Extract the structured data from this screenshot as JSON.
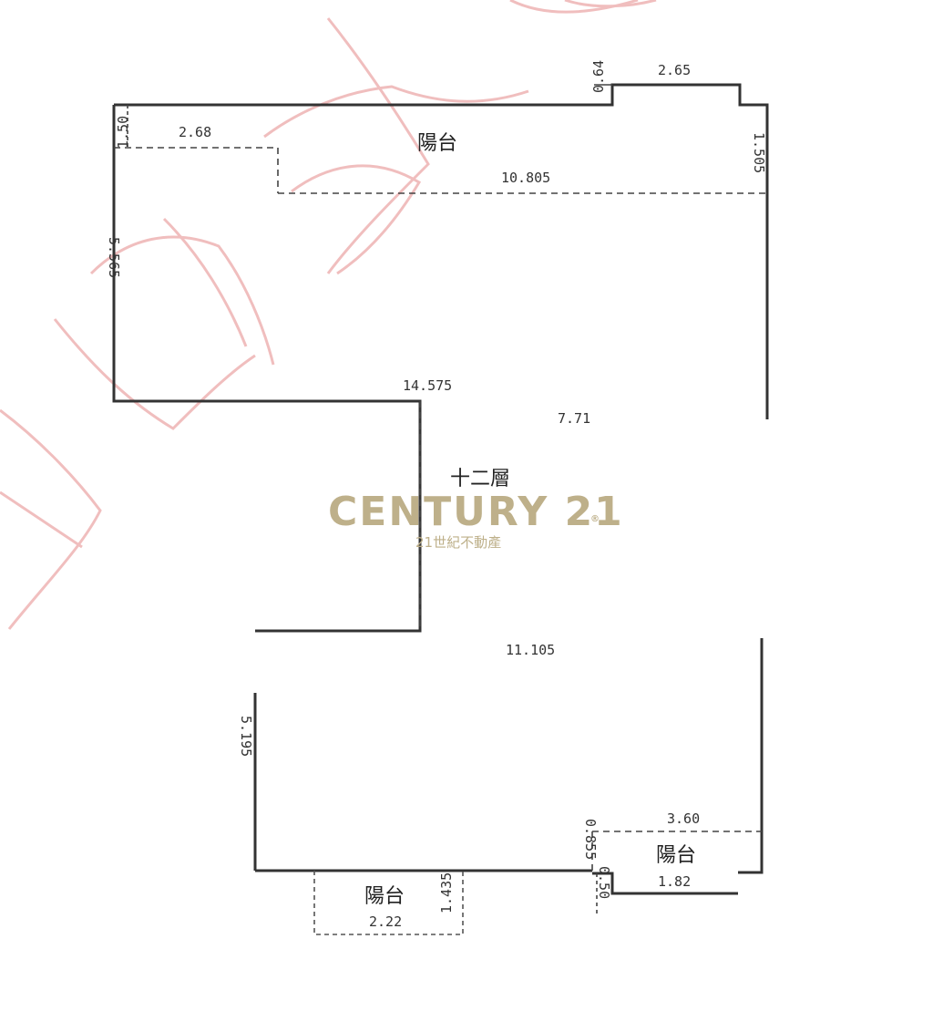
{
  "floor_label": "十二層",
  "balcony_label": "陽台",
  "dimensions": {
    "top_notch_width": "2.65",
    "top_notch_small": "0.64",
    "right_top_height": "1.505",
    "left_top_height": "1.50",
    "balcony_top_left": "2.68",
    "balcony_top_line": "10.805",
    "left_upper_height": "5.565",
    "middle_step_width": "14.575",
    "right_wall_height": "7.71",
    "lower_width": "11.105",
    "lower_left_height": "5.195",
    "br_balcony_width": "3.60",
    "br_balcony_bottom": "1.82",
    "br_balcony_height": "0.855",
    "br_small": "0.50",
    "bb_balcony_width": "2.22",
    "bb_balcony_height": "1.435"
  },
  "watermark": {
    "brand": "CENTURY 21",
    "registered": "®",
    "subtitle": "21世紀不動產",
    "brand_color": "#beb08a",
    "stamp_color": "#e06b6b"
  }
}
